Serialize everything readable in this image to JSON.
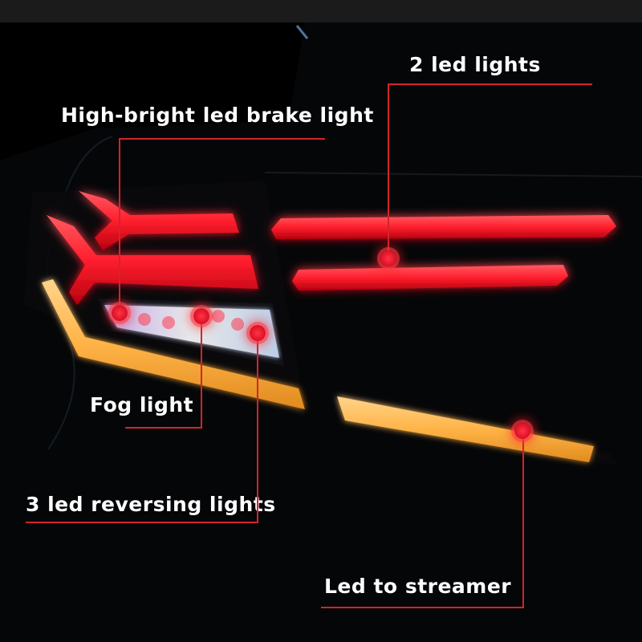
{
  "image": {
    "subject": "car tail light",
    "background_color": "#000000",
    "frame_color": "#1b1b1b",
    "colors": {
      "brake_light": "#ff2b3a",
      "turn_signal": "#ffb347",
      "reversing_light": "#f4f6ff",
      "callout_line": "#d2242c"
    }
  },
  "callouts": {
    "led_lights": {
      "text": "2 led lights",
      "icon": "marker-dot-icon"
    },
    "brake_light": {
      "text": "High-bright led brake light",
      "icon": "marker-dot-icon"
    },
    "fog_light": {
      "text": "Fog light",
      "icon": "marker-dot-icon"
    },
    "reversing_lights": {
      "text": "3 led reversing lights",
      "icon": "marker-dot-icon"
    },
    "streamer": {
      "text": "Led to streamer",
      "icon": "marker-dot-icon"
    }
  }
}
